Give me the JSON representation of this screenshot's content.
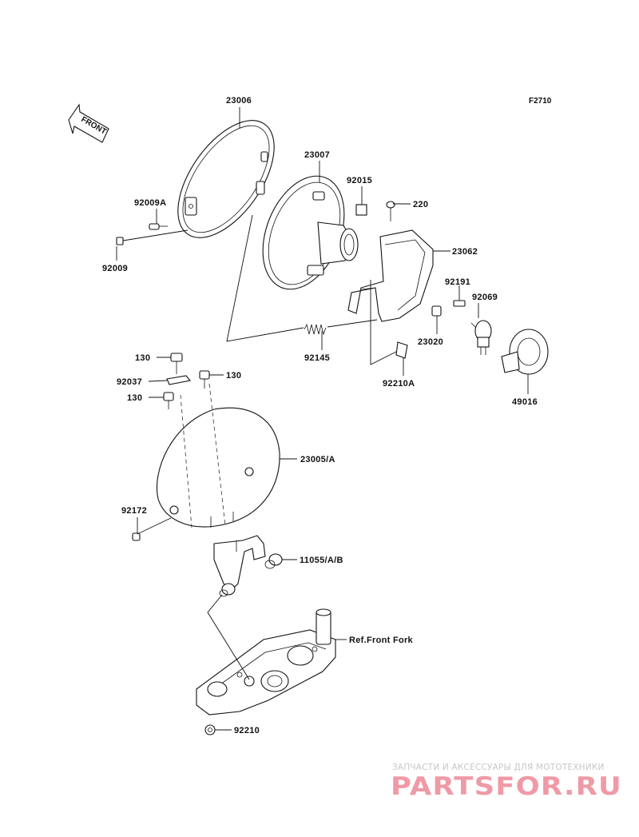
{
  "diagram_code": "F2710",
  "direction_arrow": "FRONT",
  "labels": {
    "p23006": "23006",
    "p23007": "23007",
    "p92015": "92015",
    "p220": "220",
    "p23062": "23062",
    "p92009A": "92009A",
    "p92009": "92009",
    "p92191": "92191",
    "p92069": "92069",
    "p23020": "23020",
    "p92145": "92145",
    "p92210A": "92210A",
    "p49016": "49016",
    "p130a": "130",
    "p130b": "130",
    "p130c": "130",
    "p92037": "92037",
    "p23005A": "23005/A",
    "p92172": "92172",
    "p11055": "11055/A/B",
    "refFork": "Ref.Front Fork",
    "p92210": "92210"
  },
  "watermark": {
    "tagline": "ЗАПЧАСТИ И АКСЕССУАРЫ ДЛЯ МОТОТЕХНИКИ",
    "brand": "PARTSFOR.RU"
  }
}
